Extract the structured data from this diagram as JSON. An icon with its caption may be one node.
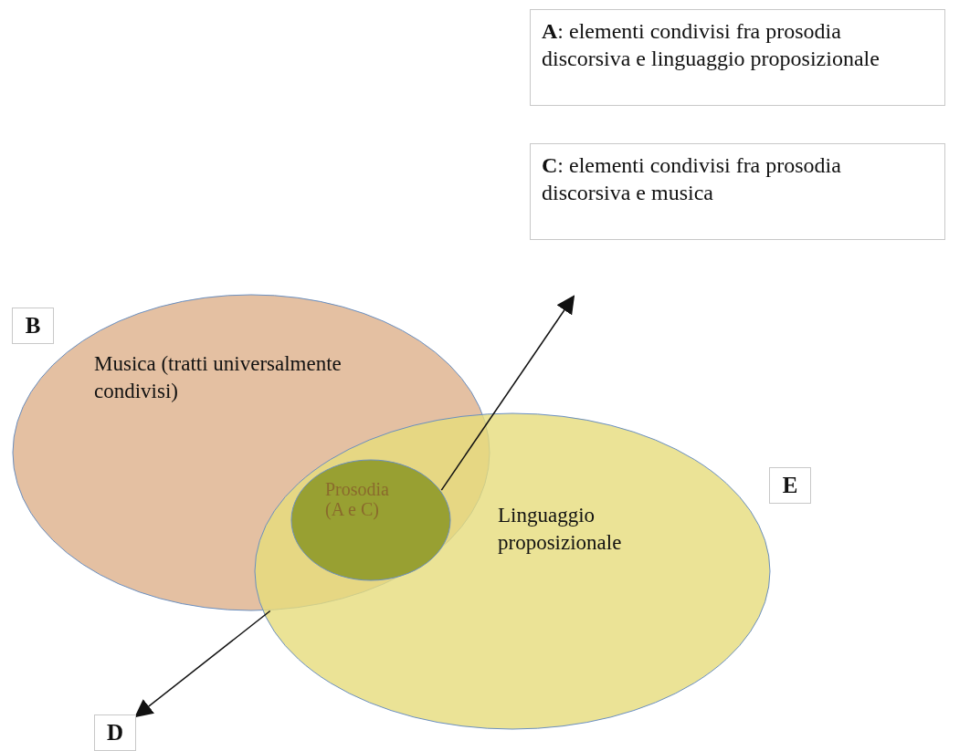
{
  "diagram": {
    "nodes": [
      {
        "text": [
          "**A**: elementi condivisi fra prosodia discorsiva e linguaggio proposizionale"
        ]
      },
      {
        "text": [
          "**C**: elementi condivisi fra prosodia discorsiva e musica"
        ]
      },
      {
        "text": [
          "B"
        ]
      },
      {
        "text": [
          "Musica (tratti universalmente condivisi)"
        ]
      },
      {
        "text": [
          "E"
        ]
      },
      {
        "text": [
          "Prosodia (A e C)"
        ]
      },
      {
        "text": [
          "Linguaggio proposizionale"
        ]
      },
      {
        "text": [
          "D"
        ]
      }
    ],
    "edges": [
      {
        "from": 5,
        "to": null,
        "arrow": "to"
      },
      {
        "from": 3,
        "to": 7,
        "arrow": "to"
      }
    ]
  }
}
